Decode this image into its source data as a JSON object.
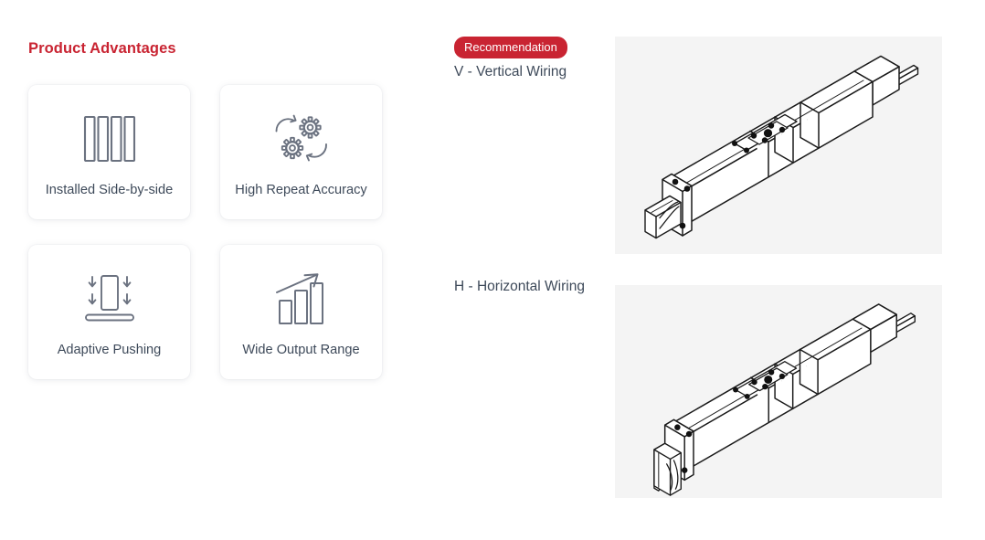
{
  "theme": {
    "accent": "#c92432",
    "text": "#3e4a5a",
    "panel_bg": "#f4f4f4",
    "page_bg": "#ffffff",
    "icon_stroke": "#6b7280"
  },
  "advantages": {
    "title": "Product Advantages",
    "cards": [
      {
        "icon": "four-bars-side-by-side-icon",
        "label": "Installed Side-by-side"
      },
      {
        "icon": "gears-repeat-icon",
        "label": "High Repeat Accuracy"
      },
      {
        "icon": "downward-press-arrows-icon",
        "label": "Adaptive Pushing"
      },
      {
        "icon": "bar-chart-up-arrow-icon",
        "label": "Wide Output Range"
      }
    ]
  },
  "wiring": {
    "variants": [
      {
        "badge": "Recommendation",
        "has_badge": true,
        "name": "V - Vertical Wiring",
        "image": "electric-actuator-vertical-wiring-isometric"
      },
      {
        "badge": "",
        "has_badge": false,
        "name": "H - Horizontal Wiring",
        "image": "electric-actuator-horizontal-wiring-isometric"
      }
    ]
  }
}
